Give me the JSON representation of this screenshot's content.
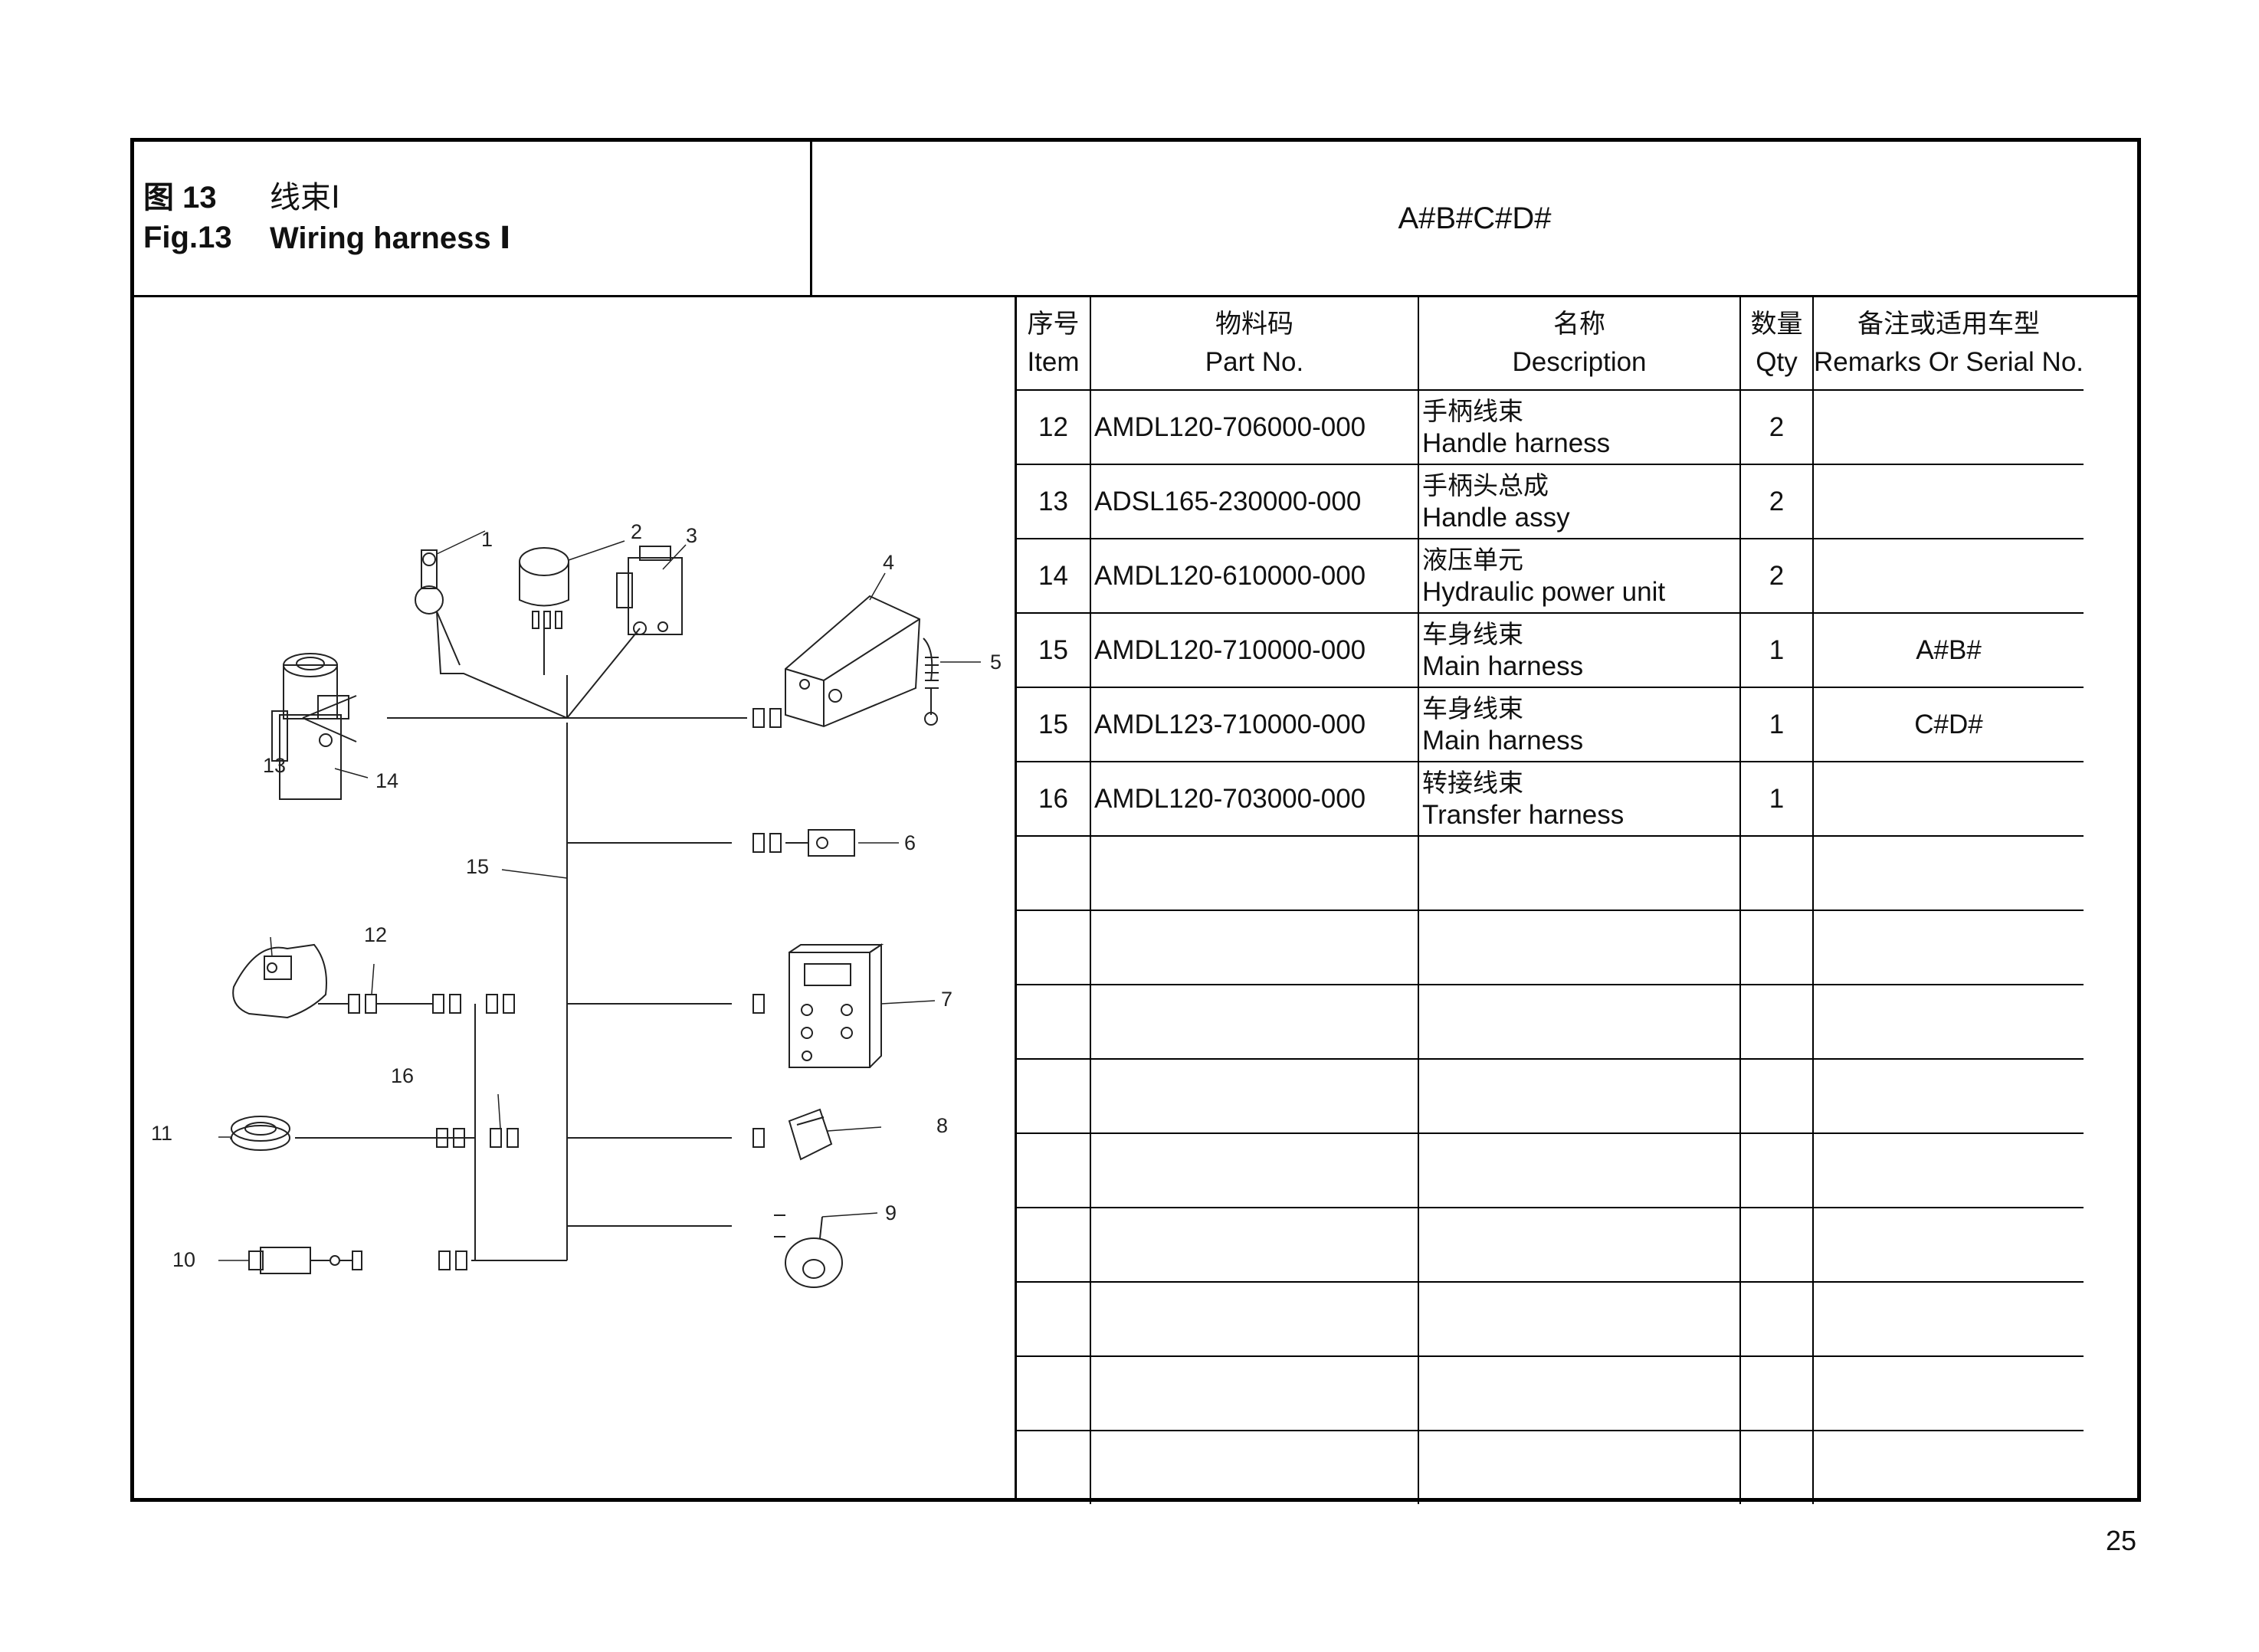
{
  "header": {
    "figure_num_cn": "图 13",
    "figure_name_cn": "线束Ⅰ",
    "figure_num_en": "Fig.13",
    "figure_name_en": "Wiring harness Ⅰ",
    "applicable_models": "A#B#C#D#"
  },
  "table": {
    "columns": [
      {
        "cn": "序号",
        "en": "Item"
      },
      {
        "cn": "物料码",
        "en": "Part No."
      },
      {
        "cn": "名称",
        "en": "Description"
      },
      {
        "cn": "数量",
        "en": "Qty"
      },
      {
        "cn": "备注或适用车型",
        "en": "Remarks Or Serial No."
      }
    ],
    "rows": [
      {
        "item": "12",
        "part_no": "AMDL120-706000-000",
        "desc_cn": "手柄线束",
        "desc_en": "Handle harness",
        "qty": "2",
        "remarks": ""
      },
      {
        "item": "13",
        "part_no": "ADSL165-230000-000",
        "desc_cn": "手柄头总成",
        "desc_en": "Handle assy",
        "qty": "2",
        "remarks": ""
      },
      {
        "item": "14",
        "part_no": "AMDL120-610000-000",
        "desc_cn": "液压单元",
        "desc_en": "Hydraulic power unit",
        "qty": "2",
        "remarks": ""
      },
      {
        "item": "15",
        "part_no": "AMDL120-710000-000",
        "desc_cn": "车身线束",
        "desc_en": "Main harness",
        "qty": "1",
        "remarks": "A#B#"
      },
      {
        "item": "15",
        "part_no": "AMDL123-710000-000",
        "desc_cn": "车身线束",
        "desc_en": "Main harness",
        "qty": "1",
        "remarks": "C#D#"
      },
      {
        "item": "16",
        "part_no": "AMDL120-703000-000",
        "desc_cn": "转接线束",
        "desc_en": "Transfer harness",
        "qty": "1",
        "remarks": ""
      }
    ],
    "empty_row_count": 9
  },
  "diagram": {
    "callouts": [
      "1",
      "2",
      "3",
      "4",
      "5",
      "6",
      "7",
      "8",
      "9",
      "10",
      "11",
      "12",
      "13",
      "14",
      "15",
      "16"
    ]
  },
  "page_number": "25"
}
